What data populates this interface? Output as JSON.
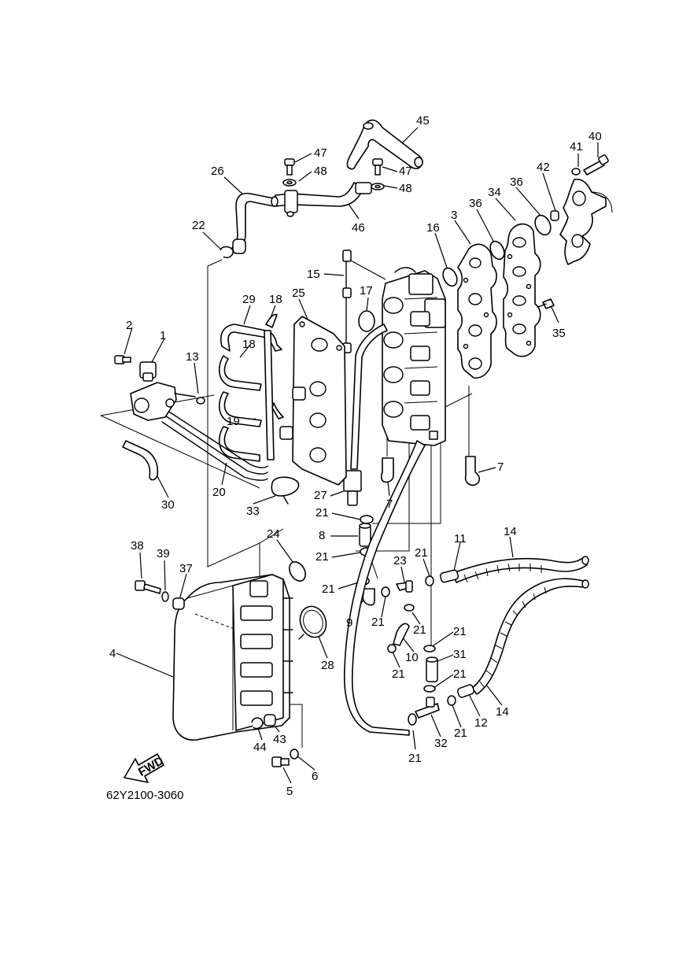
{
  "diagram": {
    "code": "62Y2100-3060",
    "fwd_label": "FWD",
    "callouts": {
      "c1": "1",
      "c2": "2",
      "c3": "3",
      "c4": "4",
      "c5": "5",
      "c6": "6",
      "c7a": "7",
      "c7b": "7",
      "c8": "8",
      "c9": "9",
      "c10": "10",
      "c11": "11",
      "c12": "12",
      "c13": "13",
      "c14a": "14",
      "c14b": "14",
      "c15": "15",
      "c16": "16",
      "c17": "17",
      "c18a": "18",
      "c18b": "18",
      "c19": "19",
      "c20": "20",
      "c21a": "21",
      "c21b": "21",
      "c21c": "21",
      "c21d": "21",
      "c21e": "21",
      "c21f": "21",
      "c21g": "21",
      "c21h": "21",
      "c21i": "21",
      "c21j": "21",
      "c21k": "21",
      "c22": "22",
      "c23": "23",
      "c24": "24",
      "c25": "25",
      "c26": "26",
      "c27": "27",
      "c28": "28",
      "c29": "29",
      "c30": "30",
      "c31": "31",
      "c32": "32",
      "c33": "33",
      "c34": "34",
      "c35": "35",
      "c36a": "36",
      "c36b": "36",
      "c37": "37",
      "c38": "38",
      "c39": "39",
      "c40": "40",
      "c41": "41",
      "c42": "42",
      "c43": "43",
      "c44": "44",
      "c45": "45",
      "c46": "46",
      "c47a": "47",
      "c47b": "47",
      "c48a": "48",
      "c48b": "48"
    }
  }
}
